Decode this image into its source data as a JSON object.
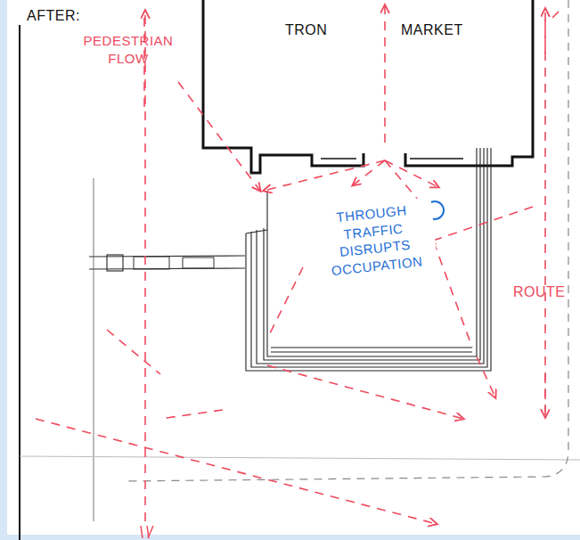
{
  "diagram": {
    "nodes": [
      {
        "text": [
          "TRON",
          "MARKET"
        ]
      },
      {
        "text": [
          "THROUGH TRAFFIC DISRUPTS OCCUPATION"
        ]
      }
    ],
    "labels": [
      "AFTER:",
      "PEDESTRIAN FLOW",
      "ROUTE"
    ]
  }
}
